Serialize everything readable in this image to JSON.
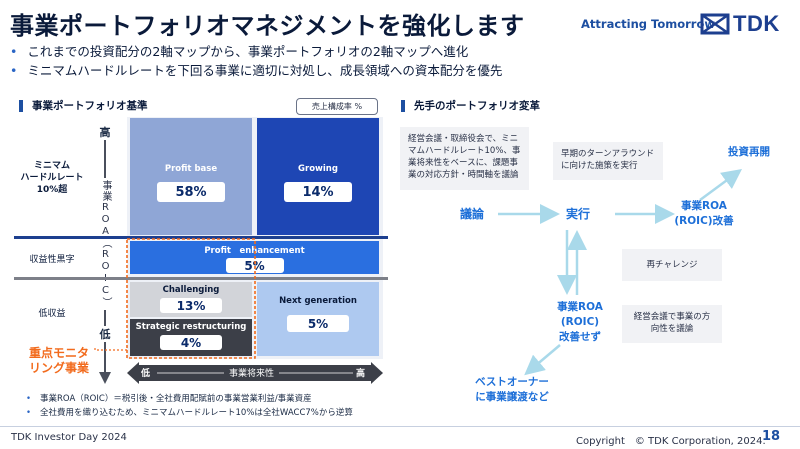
{
  "header": {
    "title": "事業ポートフォリオマネジメントを強化します",
    "tagline": "Attracting Tomorrow",
    "logo_text": "TDK",
    "bullets": [
      "これまでの投資配分の2軸マップから、事業ポートフォリオの2軸マップへ進化",
      "ミニマムハードルレートを下回る事業に適切に対処し、成長領域への資本配分を優先"
    ]
  },
  "left": {
    "section_title": "事業ポートフォリオ基準",
    "unit_label": "売上構成率 %",
    "y_axis": {
      "high": "高",
      "low": "低",
      "label": "事業ROA（ROIC）"
    },
    "x_axis": {
      "low": "低",
      "high": "高",
      "label": "事業将来性"
    },
    "rows": {
      "hurdle": "ミニマム\nハードルレート\n10%超",
      "profitable": "収益性黒字",
      "low_profit": "低収益"
    },
    "cells": {
      "profit_base": {
        "name": "Profit base",
        "pct": "58%"
      },
      "growing": {
        "name": "Growing",
        "pct": "14%"
      },
      "profit_enhancement": {
        "name": "Profit　enhancement",
        "pct": "5%"
      },
      "challenging": {
        "name": "Challenging",
        "pct": "13%"
      },
      "strategic": {
        "name": "Strategic restructuring",
        "pct": "4%"
      },
      "next_gen": {
        "name": "Next generation",
        "pct": "5%"
      }
    },
    "focus_label": "重点モニタ\nリング事業",
    "footnotes": [
      "事業ROA（ROIC）＝税引後・全社費用配賦前の事業営業利益/事業資産",
      "全社費用を織り込むため、ミニマムハードルレート10%は全社WACC7%から逆算"
    ]
  },
  "right": {
    "section_title": "先手のポートフォリオ変革",
    "note_meeting": "経営会議・取締役会で、ミニマムハードルレート10%、事業将来性をベースに、課題事業の対応方針・時間軸を議論",
    "note_turnaround": "早期のターンアラウンドに向けた施策を実行",
    "note_retry": "再チャレンジ",
    "note_direction": "経営会議で事業の方向性を議論",
    "discussion": "議論",
    "execution": "実行",
    "roa_improved": "事業ROA\n(ROIC)改善",
    "reinvest": "投資再開",
    "roa_not_improved": "事業ROA\n(ROIC)\n改善せず",
    "best_owner": "ベストオーナー\nに事業譲渡など"
  },
  "footer": {
    "event": "TDK Investor Day 2024",
    "copyright": "Copyright　© TDK Corporation, 2024.",
    "page": "18"
  },
  "colors": {
    "navy": "#1d3f8f",
    "profit_base": "#8fa6d6",
    "growing": "#1e46b4",
    "enhancement": "#2a6fe0",
    "challenging_bg": "#d2d4d9",
    "strategic": "#3c3f48",
    "next_gen": "#aec9f0",
    "focus_orange": "#f26b1d",
    "arrow_light": "#a9d9ea",
    "label_blue": "#1d6fd8"
  }
}
